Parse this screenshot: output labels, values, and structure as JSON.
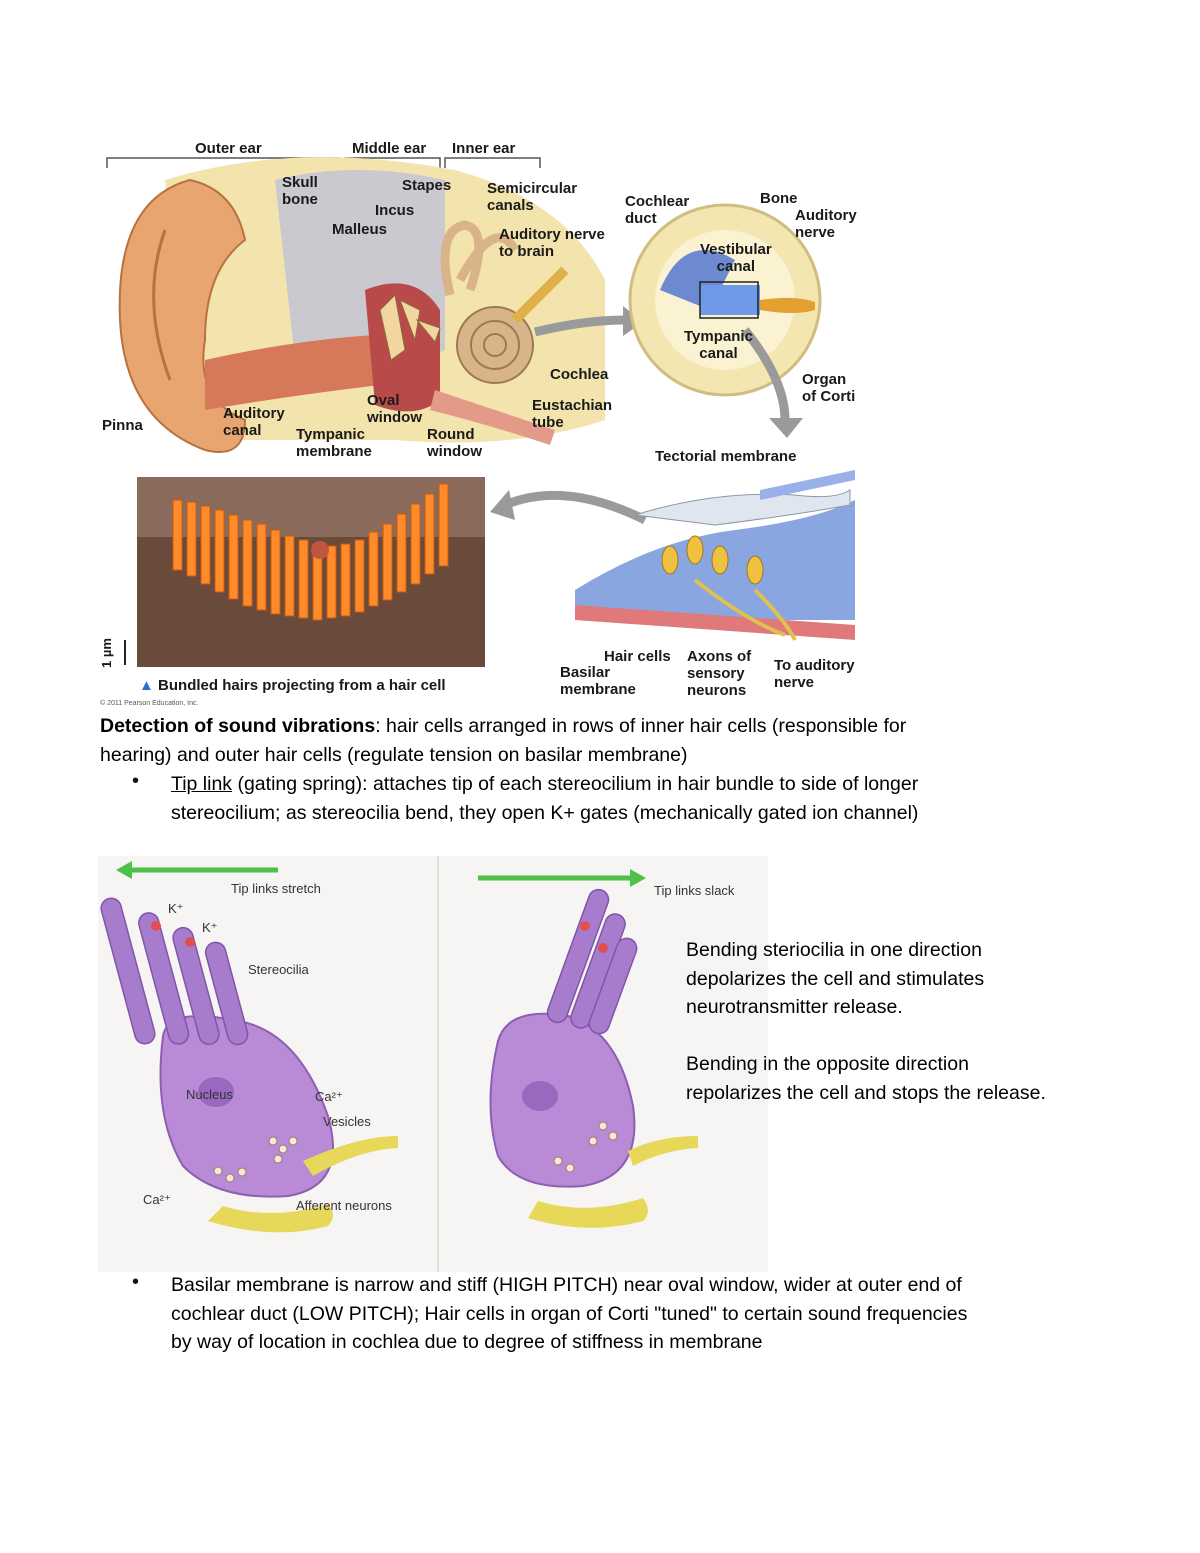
{
  "figure_top": {
    "section_labels": {
      "outer_ear": "Outer ear",
      "middle_ear": "Middle ear",
      "inner_ear": "Inner ear"
    },
    "ear_labels": {
      "skull_bone": "Skull\nbone",
      "stapes": "Stapes",
      "semicircular_canals": "Semicircular\ncanals",
      "incus": "Incus",
      "malleus": "Malleus",
      "auditory_nerve_brain": "Auditory nerve\nto brain",
      "cochlea": "Cochlea",
      "pinna": "Pinna",
      "auditory_canal": "Auditory\ncanal",
      "oval_window": "Oval\nwindow",
      "tympanic_membrane": "Tympanic\nmembrane",
      "round_window": "Round\nwindow",
      "eustachian_tube": "Eustachian\ntube"
    },
    "cross_section_labels": {
      "cochlear_duct": "Cochlear\nduct",
      "bone": "Bone",
      "auditory_nerve": "Auditory\nnerve",
      "vestibular_canal": "Vestibular\ncanal",
      "tympanic_canal": "Tympanic\ncanal",
      "organ_of_corti": "Organ\nof Corti"
    },
    "corti_labels": {
      "tectorial_membrane": "Tectorial membrane",
      "basilar_membrane": "Basilar\nmembrane",
      "hair_cells": "Hair cells",
      "axons": "Axons of\nsensory\nneurons",
      "to_auditory_nerve": "To auditory\nnerve"
    },
    "micrograph": {
      "scale": "1 µm",
      "caption": "Bundled hairs projecting from a hair cell",
      "copyright": "© 2011 Pearson Education, Inc."
    },
    "colors": {
      "bone": "#f4e6b0",
      "skin": "#e8a06a",
      "canal_blue": "#4a6fd1",
      "hair_orange": "#ff8a2a",
      "arrow_gray": "#9a9a9a"
    }
  },
  "text": {
    "heading_bold": "Detection of sound vibrations",
    "heading_rest": ": hair cells arranged in rows of inner hair cells (responsible for hearing) and outer hair cells (regulate tension on basilar membrane)",
    "bullet1_term": "Tip link",
    "bullet1_rest": " (gating spring): attaches tip of each stereocilium in hair bundle to side of longer stereocilium; as stereocilia bend, they open K+ gates (mechanically gated ion channel)",
    "bullet2": "Basilar membrane is narrow and stiff (HIGH PITCH) near oval window, wider at outer end of cochlear duct (LOW PITCH); Hair cells in organ of Corti \"tuned\" to certain sound frequencies by way of location in cochlea due to degree of stiffness in membrane",
    "side_para1": "Bending steriocilia in one direction\ndepolarizes the cell and stimulates\nneurotransmitter release.",
    "side_para2": "Bending in the opposite direction\nrepolarizes the cell and stops the release."
  },
  "figure_hair_cell": {
    "tip_links_stretch": "Tip links stretch",
    "tip_links_slack": "Tip links slack",
    "k_plus": "K⁺",
    "stereocilia": "Stereocilia",
    "nucleus": "Nucleus",
    "ca": "Ca²⁺",
    "vesicles": "Vesicles",
    "afferent": "Afferent neurons",
    "colors": {
      "cell": "#b98ad6",
      "neuron": "#e8d85a",
      "arrow_green": "#4fc04a"
    }
  }
}
